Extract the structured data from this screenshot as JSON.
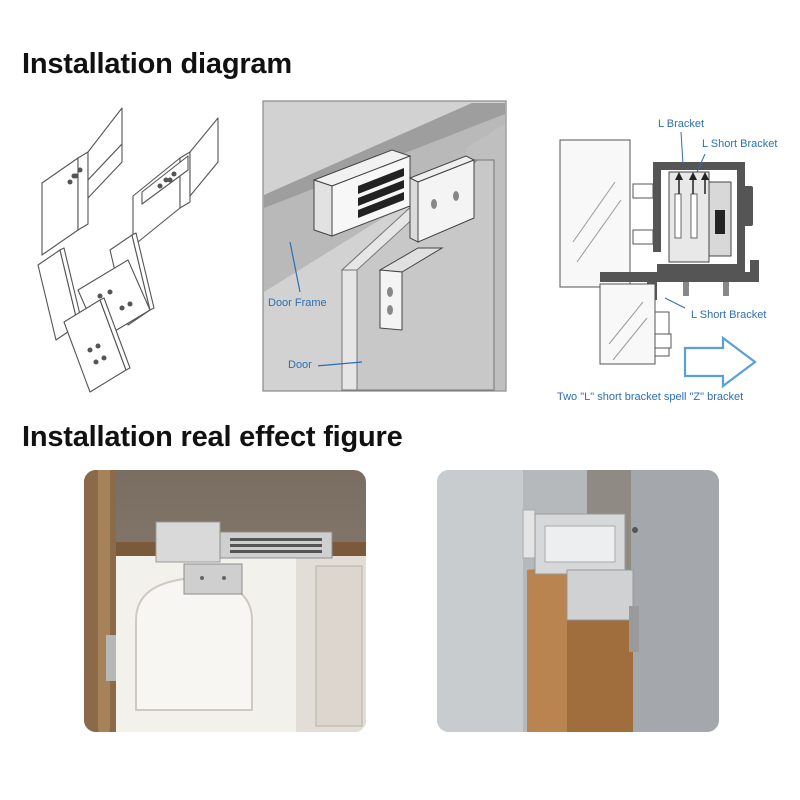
{
  "headings": {
    "diagram": "Installation diagram",
    "real_effect": "Installation real effect figure"
  },
  "frame_diagram": {
    "door_frame_label": "Door Frame",
    "door_label": "Door"
  },
  "cross_section": {
    "l_bracket_label": "L Bracket",
    "l_short_bracket_top_label": "L Short Bracket",
    "l_short_bracket_bottom_label": "L Short Bracket",
    "caption": "Two \"L\" short bracket spell  \"Z\" bracket"
  },
  "colors": {
    "label_blue": "#2c6fb3",
    "arrow_blue": "#5aa0d8",
    "heading": "#111111"
  }
}
